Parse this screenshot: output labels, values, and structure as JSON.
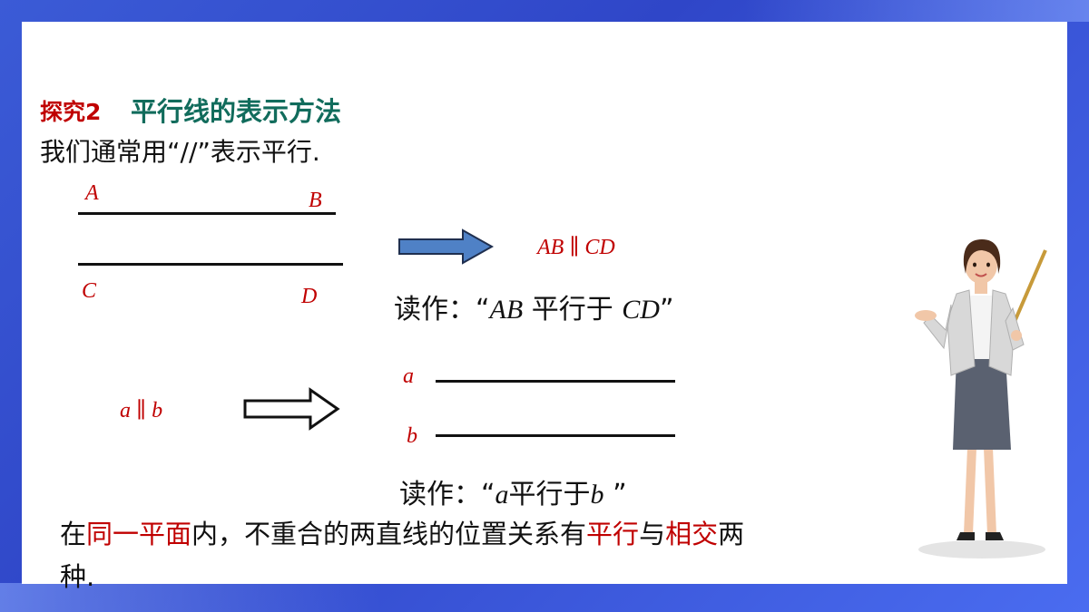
{
  "title": {
    "tag": "探究2",
    "main": "平行线的表示方法"
  },
  "intro": "我们通常用“//”表示平行.",
  "diagram1": {
    "point_a": "A",
    "point_b": "B",
    "point_c": "C",
    "point_d": "D",
    "notation": "AB ∥ CD",
    "reading_prefix": "读作：“",
    "reading_ab": "AB",
    "reading_mid": " 平行于 ",
    "reading_cd": "CD",
    "reading_suffix": "”"
  },
  "diagram2": {
    "notation": "a ∥ b",
    "line_a": "a",
    "line_b": "b",
    "reading_prefix": "读作：“",
    "reading_a": "a",
    "reading_mid": "平行于",
    "reading_b": "b",
    "reading_suffix": " ”"
  },
  "conclusion": {
    "p1": "在",
    "r1": "同一平面",
    "p2": "内，不重合的两直线的位置关系有",
    "r2": "平行",
    "p3": "与",
    "r3": "相交",
    "p4": "两种."
  },
  "colors": {
    "accent_red": "#c00000",
    "title_green": "#116c5c",
    "arrow_blue": "#4f81c6",
    "frame_blue": "#3b5bd6"
  },
  "icons": {
    "arrow1": "right-arrow-filled-icon",
    "arrow2": "right-arrow-outline-icon",
    "teacher": "teacher-illustration"
  }
}
